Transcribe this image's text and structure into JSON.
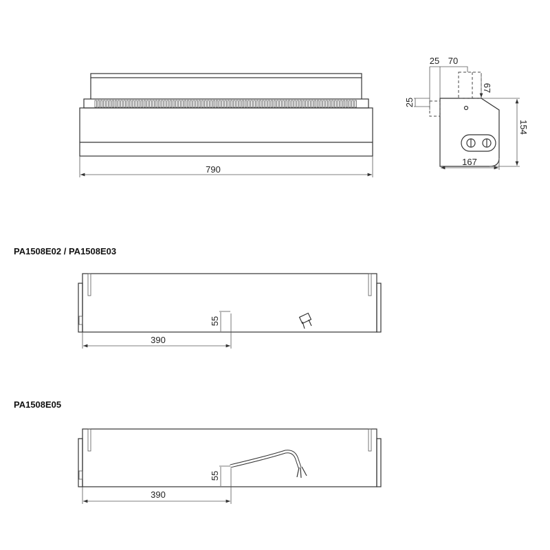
{
  "front_view": {
    "width_dim": "790"
  },
  "side_view": {
    "dim_top_left": "25",
    "dim_top_right": "70",
    "dim_height_top": "67",
    "dim_left": "25",
    "dim_height": "154",
    "dim_depth": "167"
  },
  "variants": [
    {
      "title": "PA1508E02 / PA1508E03",
      "dim_length": "390",
      "dim_height": "55",
      "cable_end": "plug"
    },
    {
      "title": "PA1508E05",
      "dim_length": "390",
      "dim_height": "55",
      "cable_end": "bare-wires"
    }
  ]
}
